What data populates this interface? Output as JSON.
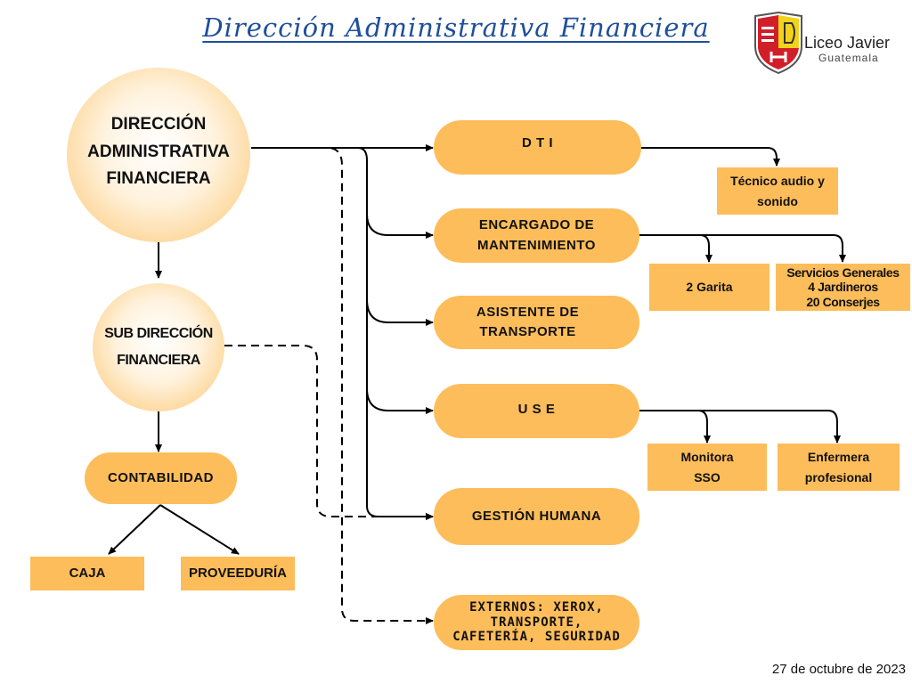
{
  "title": "Dirección Administrativa Financiera",
  "logo": {
    "name": "Liceo Javier",
    "sub": "Guatemala"
  },
  "date": "27 de octubre de 2023",
  "nodes": {
    "direccion": [
      "DIRECCIÓN",
      "ADMINISTRATIVA",
      "FINANCIERA"
    ],
    "sub_direccion": [
      "SUB DIRECCIÓN",
      "FINANCIERA"
    ],
    "contabilidad": "CONTABILIDAD",
    "caja": "CAJA",
    "proveeduria": "PROVEEDURÍA",
    "dti": "D T I",
    "tecnico": [
      "Técnico audio y",
      "sonido"
    ],
    "mantenimiento": [
      "ENCARGADO DE",
      "MANTENIMIENTO"
    ],
    "garita": "2 Garita",
    "servicios": [
      "Servicios Generales",
      "4 Jardineros",
      "20 Conserjes"
    ],
    "transporte": [
      "ASISTENTE DE",
      "TRANSPORTE"
    ],
    "use": "U S E",
    "monitora": [
      "Monitora",
      "SSO"
    ],
    "enfermera": [
      "Enfermera",
      "profesional"
    ],
    "gestion": "GESTIÓN HUMANA",
    "externos": [
      "EXTERNOS: XEROX,",
      "TRANSPORTE,",
      "CAFETERÍA, SEGURIDAD"
    ]
  },
  "colors": {
    "node_fill": "#fdbd5a",
    "title": "#1f4e9c",
    "line": "#000000"
  }
}
